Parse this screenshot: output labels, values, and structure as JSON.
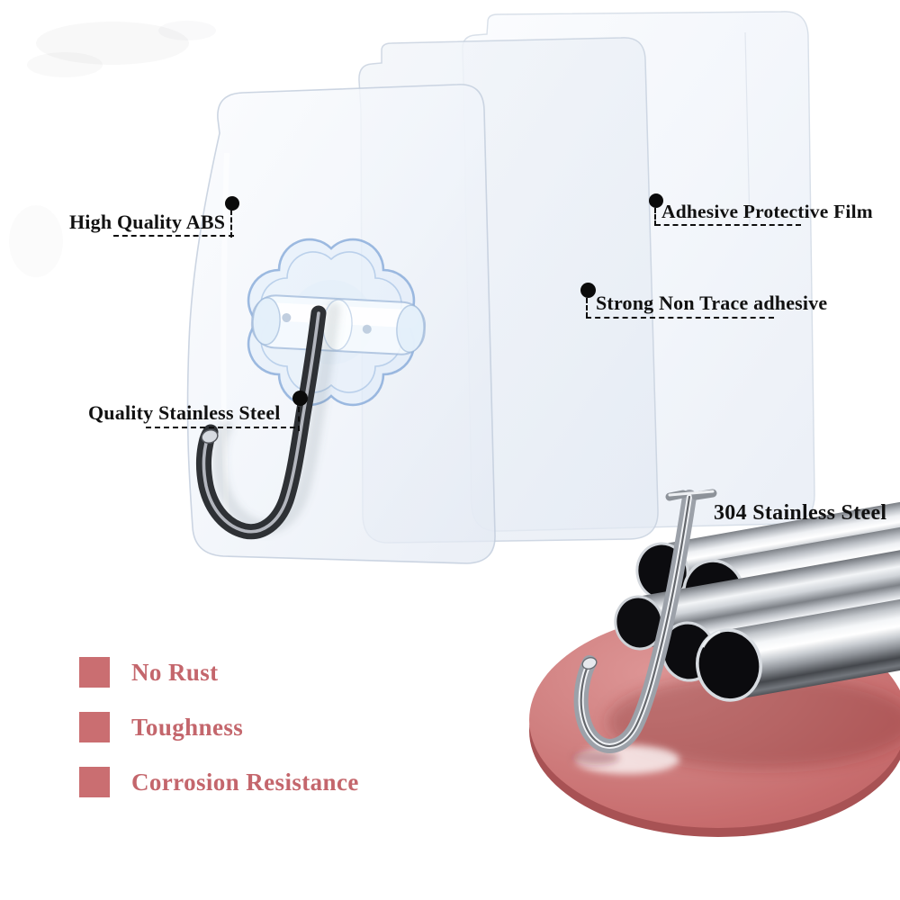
{
  "title": "Transparent adhesive wall hook product infographic",
  "labels": {
    "abs": {
      "text": "High Quality ABS"
    },
    "film": {
      "text": "Adhesive Protective Film"
    },
    "adhesive": {
      "text": "Strong Non Trace adhesive"
    },
    "steel": {
      "text": "Quality Stainless Steel"
    },
    "steel304": {
      "text": "304 Stainless Steel"
    }
  },
  "features": {
    "items": [
      {
        "label": "No Rust"
      },
      {
        "label": "Toughness"
      },
      {
        "label": "Corrosion Resistance"
      }
    ],
    "bullet_color": "#ca6e71",
    "text_color": "#c4666c"
  },
  "colors": {
    "background": "#ffffff",
    "label_text": "#111111",
    "callout_dot": "#0b0b0b",
    "film_tint": "#e8edf4",
    "disc_pink": "#cb6f70",
    "disc_highlight": "#dc9595",
    "disc_rim": "#a85254",
    "steel_hook_dark": "#2e3135",
    "chrome_light": "#f1f3f6"
  }
}
